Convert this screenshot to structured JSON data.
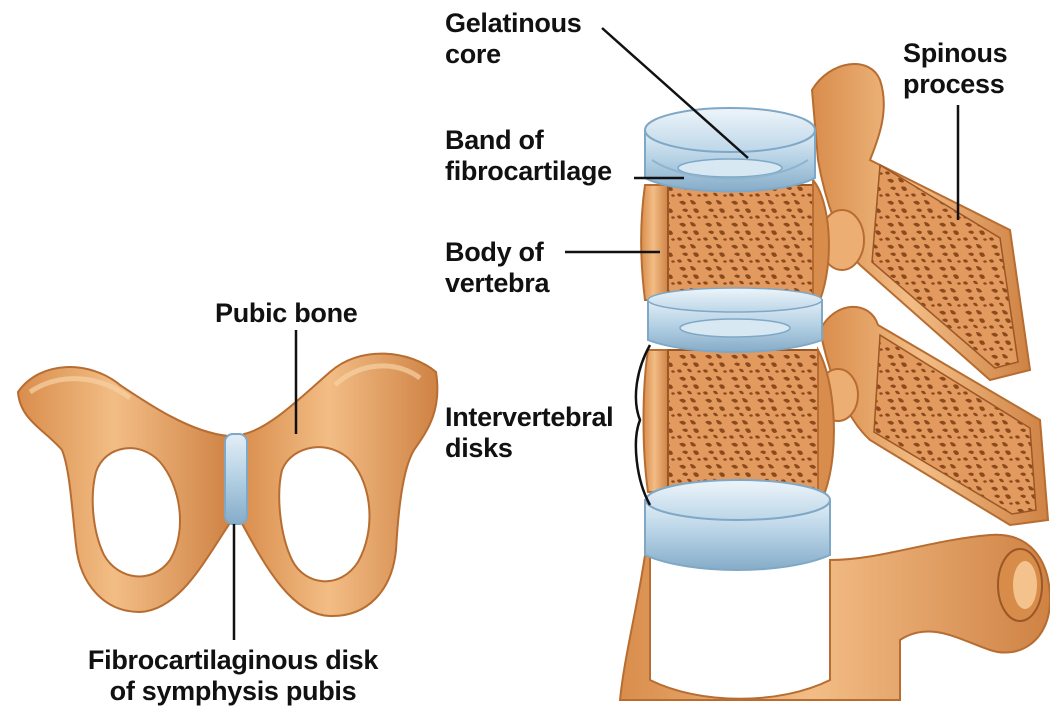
{
  "labels": {
    "gelatinous_core": [
      "Gelatinous",
      "core"
    ],
    "band_of_fibrocartilage": [
      "Band of",
      "fibrocartilage"
    ],
    "body_of_vertebra": [
      "Body of",
      "vertebra"
    ],
    "intervertebral_disks": [
      "Intervertebral",
      "disks"
    ],
    "spinous_process": [
      "Spinous",
      "process"
    ],
    "pubic_bone": [
      "Pubic bone"
    ],
    "fibrocartilaginous_disk": [
      "Fibrocartilaginous disk",
      "of symphysis pubis"
    ]
  },
  "colors": {
    "bone": "#eba86e",
    "bone_shadow": "#c97b3c",
    "bone_highlight": "#f6cc98",
    "disk": "#a9c9df",
    "disk_light": "#d8e8f3",
    "disk_dark": "#7fa8c6",
    "cancellous_bg": "#e0955a",
    "cancellous_hole": "#8a4a1e",
    "leader": "#111111"
  }
}
